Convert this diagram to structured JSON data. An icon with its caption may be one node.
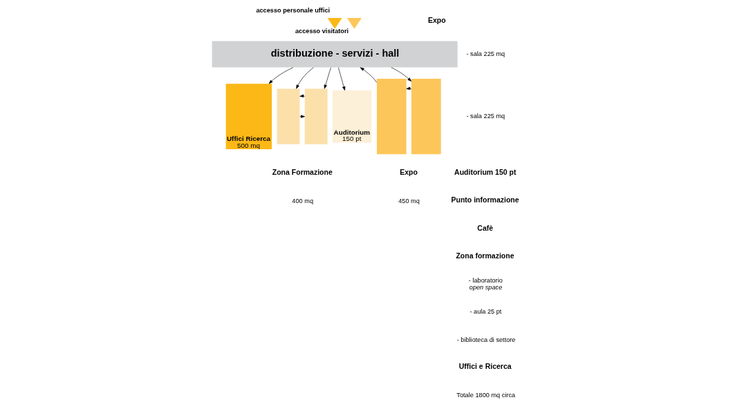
{
  "diagram": {
    "nodes": [
      {
        "text": [
          "accesso personale uffici"
        ]
      },
      {
        "text": [
          "accesso visitatori"
        ]
      },
      {
        "text": [
          "distribuzione - servizi - hall"
        ]
      },
      {
        "text": [
          "Uffici Ricerca",
          "500 mq"
        ]
      },
      {
        "text": [],
        "shape": "box"
      },
      {
        "text": [],
        "shape": "box"
      },
      {
        "text": [
          "Auditorium",
          "150 pt"
        ]
      },
      {
        "text": [],
        "shape": "box"
      },
      {
        "text": [],
        "shape": "box"
      }
    ],
    "edges": [
      {
        "from": 2,
        "to": 3,
        "arrow": "to"
      },
      {
        "from": 2,
        "to": 4,
        "arrow": "to"
      },
      {
        "from": 2,
        "to": 5,
        "arrow": "to"
      },
      {
        "from": 2,
        "to": 6,
        "arrow": "to"
      },
      {
        "from": 7,
        "to": 2,
        "arrow": "to"
      },
      {
        "from": 2,
        "to": 8,
        "arrow": "to"
      },
      {
        "from": 4,
        "to": 5,
        "arrow": "to"
      },
      {
        "from": 5,
        "to": 4,
        "arrow": "to"
      },
      {
        "from": 8,
        "to": 7,
        "arrow": "to"
      }
    ],
    "labels": [
      "Zona Formazione",
      "400 mq",
      "Expo",
      "450 mq",
      "Expo",
      "- sala 225 mq",
      "- sala 225 mq",
      "Auditorium 150 pt",
      "Punto informazione",
      "Cafè",
      "Zona formazione",
      "- laboratorio *open space*",
      "- aula 25 pt",
      "- biblioteca di settore",
      "Uffici e Ricerca",
      "Totale 1800 mq circa"
    ]
  }
}
